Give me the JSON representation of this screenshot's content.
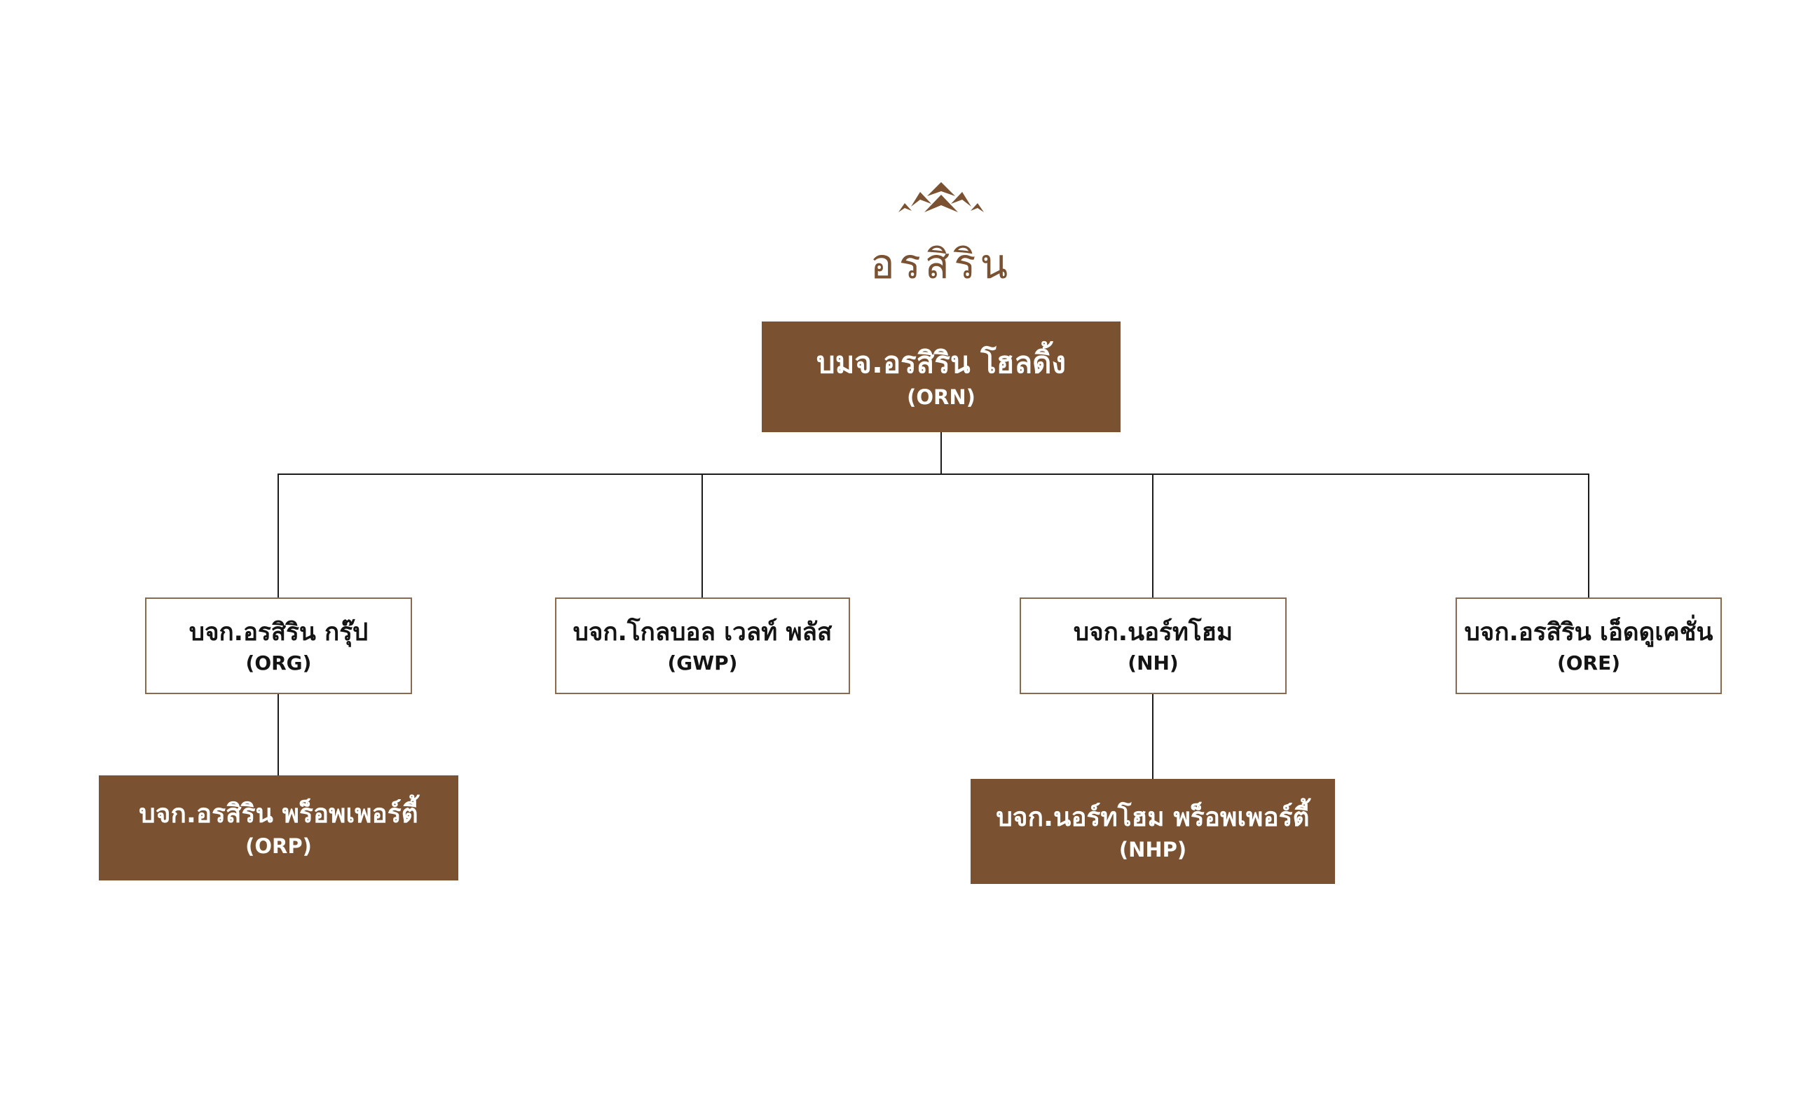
{
  "colors": {
    "brand_brown": "#7a5232",
    "box_border_brown": "#8a6a4f",
    "connector_line": "#1c1c1c",
    "text_dark": "#141414",
    "text_light": "#ffffff",
    "background": "#ffffff"
  },
  "logo": {
    "icon": "roof-chevron-logo-icon",
    "brand_text": "อรสิริน"
  },
  "org": {
    "root": {
      "name": "บมจ.อรสิริน โฮลดิ้ง",
      "code": "(ORN)"
    },
    "children": [
      {
        "name": "บจก.อรสิริน กรุ๊ป",
        "code": "(ORG)",
        "subsidiary": {
          "name": "บจก.อรสิริน พร็อพเพอร์ตี้",
          "code": "(ORP)"
        }
      },
      {
        "name": "บจก.โกลบอล เวลท์ พลัส",
        "code": "(GWP)"
      },
      {
        "name": "บจก.นอร์ทโฮม",
        "code": "(NH)",
        "subsidiary": {
          "name": "บจก.นอร์ทโฮม พร็อพเพอร์ตี้",
          "code": "(NHP)"
        }
      },
      {
        "name": "บจก.อรสิริน เอ็ดดูเคชั่น",
        "code": "(ORE)"
      }
    ]
  }
}
